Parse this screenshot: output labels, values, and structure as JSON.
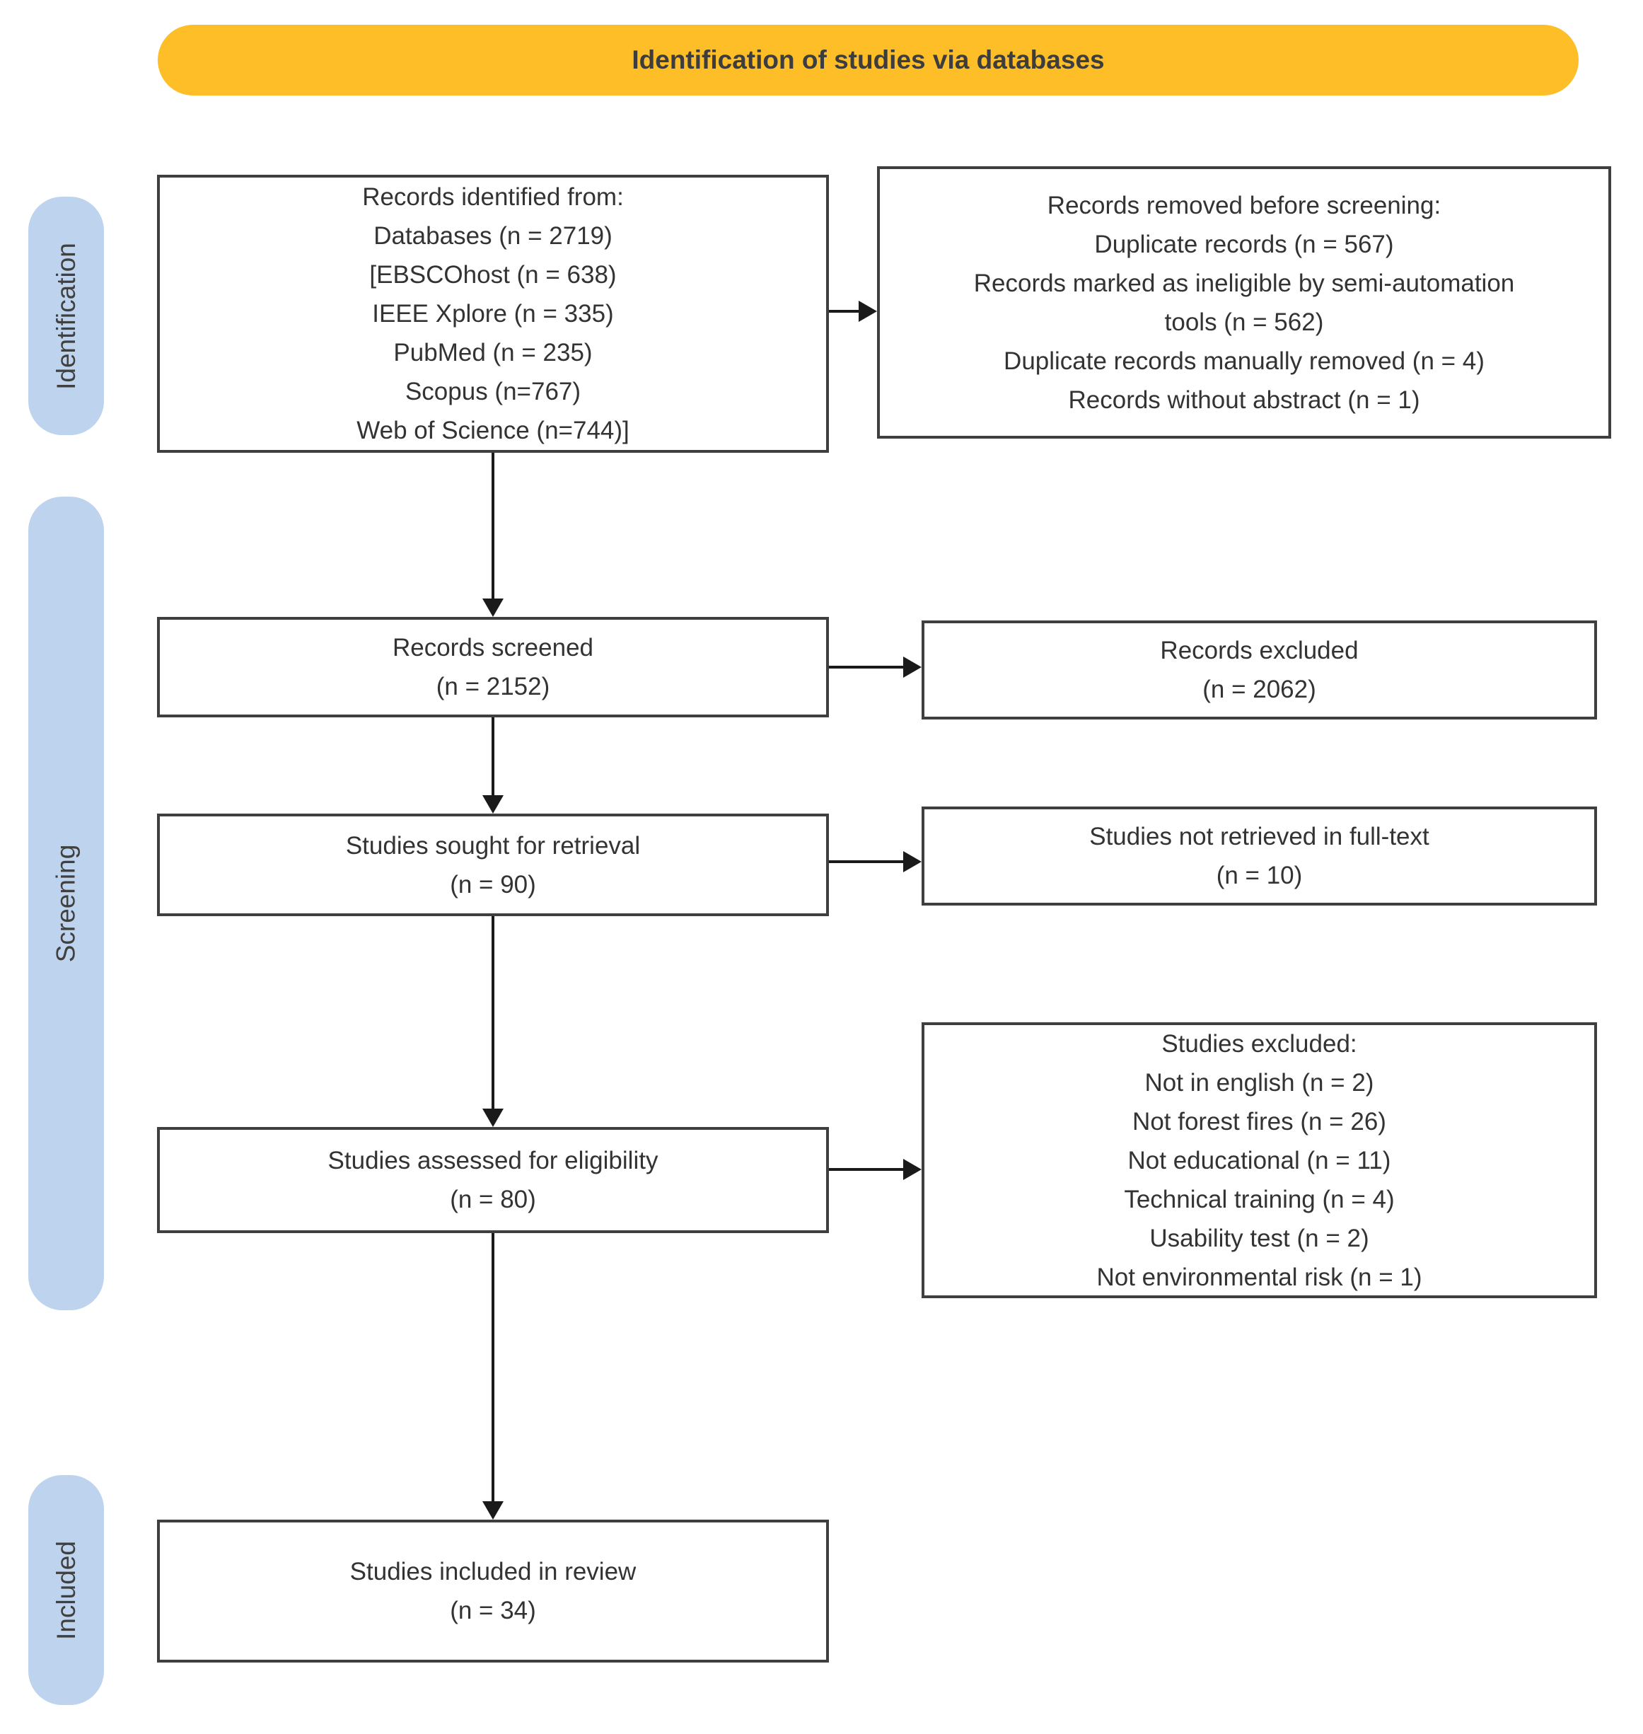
{
  "banner": {
    "title": "Identification of studies via databases"
  },
  "stages": [
    {
      "label": "Identification"
    },
    {
      "label": "Screening"
    },
    {
      "label": "Included"
    }
  ],
  "boxes": {
    "records_identified": {
      "lines": [
        "Records identified from:",
        "Databases (n = 2719)",
        "[EBSCOhost (n = 638)",
        "IEEE Xplore (n = 335)",
        "PubMed (n = 235)",
        "Scopus (n=767)",
        "Web of Science (n=744)]"
      ]
    },
    "records_removed": {
      "lines": [
        "Records removed before screening:",
        "Duplicate records (n = 567)",
        "Records marked as ineligible by semi-automation",
        "tools (n = 562)",
        "Duplicate records manually removed (n = 4)",
        "Records without abstract (n = 1)"
      ]
    },
    "records_screened": {
      "lines": [
        "Records screened",
        "(n = 2152)"
      ]
    },
    "records_excluded": {
      "lines": [
        "Records excluded",
        "(n = 2062)"
      ]
    },
    "sought_retrieval": {
      "lines": [
        "Studies sought for retrieval",
        "(n = 90)"
      ]
    },
    "not_retrieved": {
      "lines": [
        "Studies  not retrieved in full-text",
        "(n = 10)"
      ]
    },
    "assessed_eligibility": {
      "lines": [
        "Studies assessed for eligibility",
        "(n = 80)"
      ]
    },
    "studies_excluded": {
      "lines": [
        "Studies excluded:",
        "Not in english (n = 2)",
        "Not forest fires (n = 26)",
        "Not educational (n = 11)",
        "Technical training (n = 4)",
        "Usability test (n = 2)",
        "Not environmental risk (n = 1)"
      ]
    },
    "included_review": {
      "lines": [
        "Studies included in review",
        "(n = 34)"
      ]
    }
  },
  "colors": {
    "banner_bg": "#FDBE27",
    "stage_pill_bg": "#BED3ED",
    "box_border": "#3f3f3f",
    "arrow": "#1a1a1a",
    "text": "#333333"
  }
}
